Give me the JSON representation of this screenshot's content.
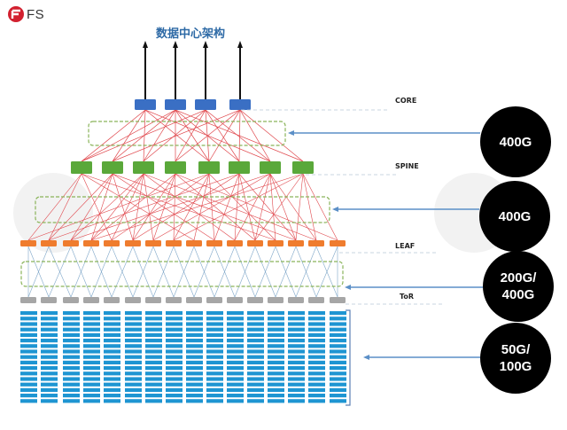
{
  "header": {
    "logo_text": "FS",
    "title": "数据中心架构"
  },
  "layers": [
    {
      "name": "CORE",
      "count": 4,
      "color": "#3a6fc4",
      "bandwidth": [
        "400G"
      ]
    },
    {
      "name": "SPINE",
      "count": 8,
      "color": "#5aa83a",
      "bandwidth": [
        "400G"
      ]
    },
    {
      "name": "LEAF",
      "count": 16,
      "color": "#ef7c2e",
      "bandwidth": [
        "200G/",
        "400G"
      ]
    },
    {
      "name": "ToR",
      "count": 16,
      "color": "#a6a6a6",
      "bandwidth": [
        "50G/",
        "100G"
      ]
    }
  ],
  "servers": {
    "columns": 16,
    "rows_per_column": 17,
    "color": "#1e95d2"
  },
  "colors": {
    "link_upper": "#e0474c",
    "link_lower": "#7fa7c9",
    "group_box": "#8ab45a",
    "arrow": "#5b8fc7",
    "badge_bg": "#000000",
    "title": "#2e6aa6"
  }
}
